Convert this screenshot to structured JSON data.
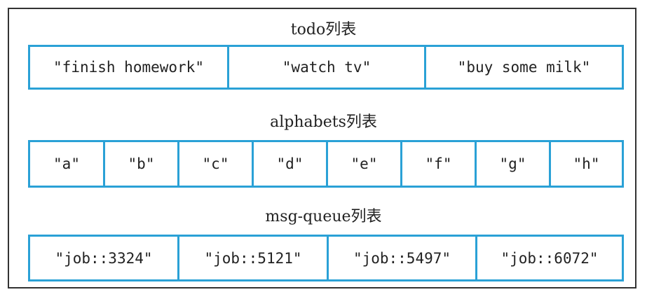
{
  "colors": {
    "frame_border": "#333333",
    "list_border": "#2aa1d6",
    "text": "#222222"
  },
  "lists": [
    {
      "title": "todo列表",
      "items": [
        "\"finish homework\"",
        "\"watch tv\"",
        "\"buy some milk\""
      ]
    },
    {
      "title": "alphabets列表",
      "items": [
        "\"a\"",
        "\"b\"",
        "\"c\"",
        "\"d\"",
        "\"e\"",
        "\"f\"",
        "\"g\"",
        "\"h\""
      ]
    },
    {
      "title": "msg-queue列表",
      "items": [
        "\"job::3324\"",
        "\"job::5121\"",
        "\"job::5497\"",
        "\"job::6072\""
      ]
    }
  ]
}
